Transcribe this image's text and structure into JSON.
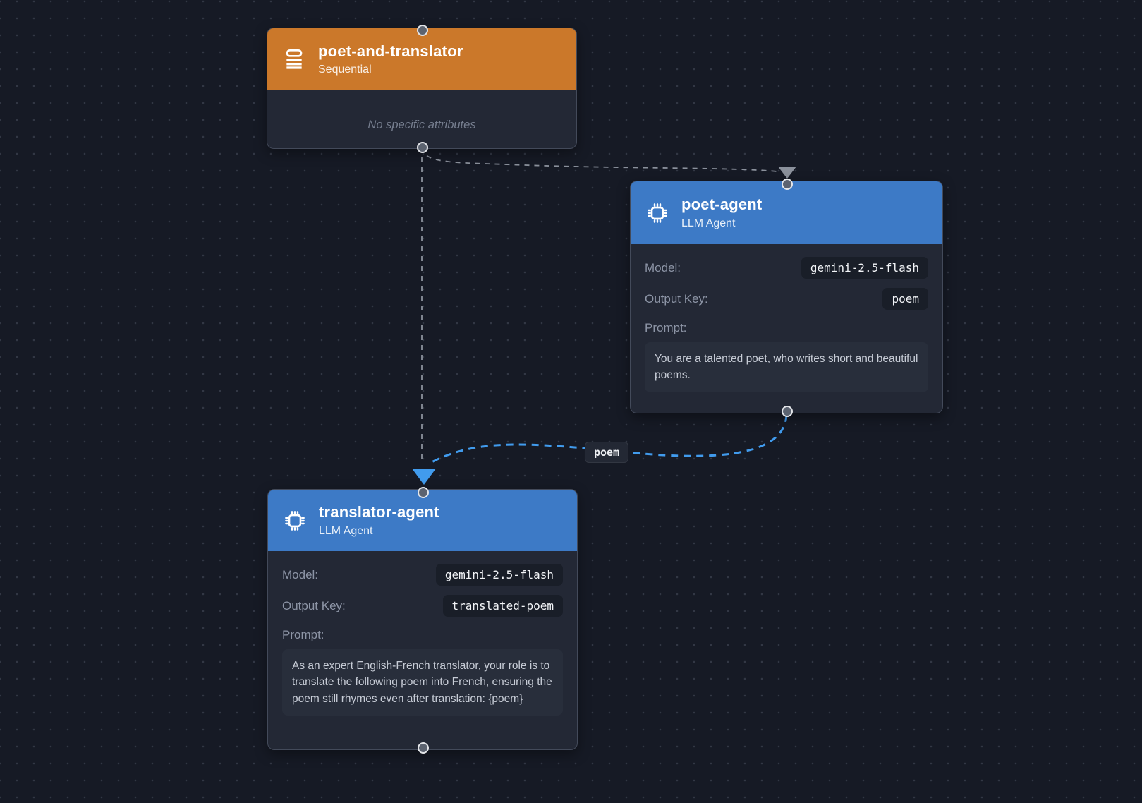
{
  "canvas": {
    "background_color": "#161a25",
    "grid": "dot-grid"
  },
  "colors": {
    "sequential_header": "#cb782a",
    "llm_header": "#3d7ac6",
    "node_body": "#232835",
    "edge_gray": "#8b919c",
    "edge_blue": "#419bed",
    "value_pill_bg": "#191e28",
    "prompt_box_bg": "#282e3b"
  },
  "nodes": [
    {
      "title": "poet-and-translator",
      "subtitle": "Sequential",
      "icon": "list-icon",
      "header_color": "#cb782a",
      "note": "No specific attributes"
    },
    {
      "title": "poet-agent",
      "subtitle": "LLM Agent",
      "icon": "chip-icon",
      "header_color": "#3d7ac6",
      "fields": [
        {
          "label": "Model:",
          "value": "gemini-2.5-flash"
        },
        {
          "label": "Output Key:",
          "value": "poem"
        }
      ],
      "prompt_label": "Prompt:",
      "prompt": "You are a talented poet, who writes short and beautiful poems."
    },
    {
      "title": "translator-agent",
      "subtitle": "LLM Agent",
      "icon": "chip-icon",
      "header_color": "#3d7ac6",
      "fields": [
        {
          "label": "Model:",
          "value": "gemini-2.5-flash"
        },
        {
          "label": "Output Key:",
          "value": "translated-poem"
        }
      ],
      "prompt_label": "Prompt:",
      "prompt": "As an expert English-French translator, your role is to translate the following poem into French, ensuring the poem still rhymes even after translation: {poem}"
    }
  ],
  "edges": [
    {
      "from": "poet-and-translator",
      "to": "poet-agent",
      "style": "dashed",
      "color": "#8b919c",
      "label": ""
    },
    {
      "from": "poet-and-translator",
      "to": "translator-agent",
      "style": "dashed",
      "color": "#8b919c",
      "label": ""
    },
    {
      "from": "poet-agent",
      "to": "translator-agent",
      "style": "dashed",
      "color": "#419bed",
      "label": "poem"
    }
  ]
}
